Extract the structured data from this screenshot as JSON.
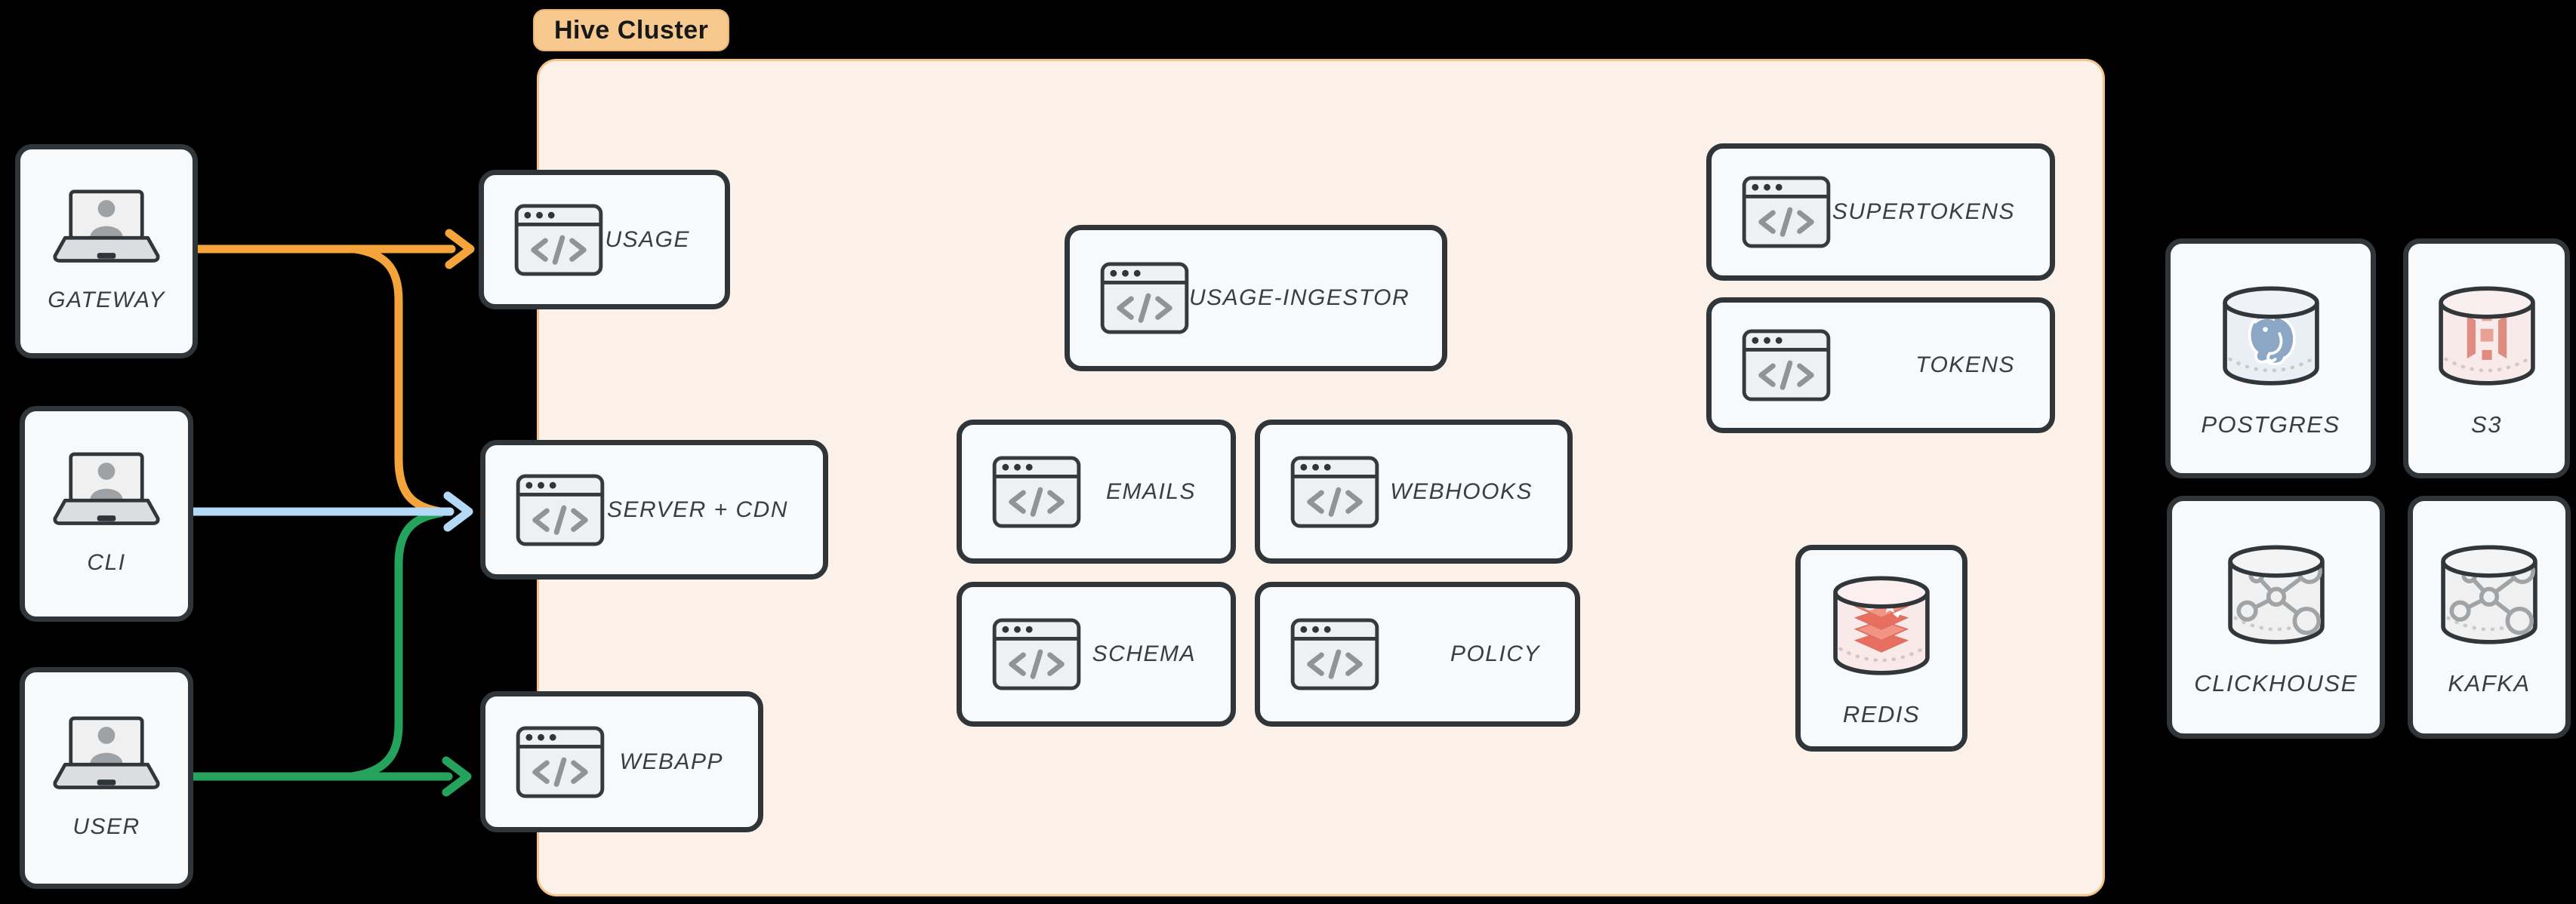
{
  "cluster": {
    "label": "Hive Cluster"
  },
  "actors": {
    "gateway": {
      "label": "GATEWAY"
    },
    "cli": {
      "label": "CLI"
    },
    "user": {
      "label": "USER"
    }
  },
  "services": {
    "usage": {
      "label": "USAGE"
    },
    "server_cdn": {
      "label": "SERVER + CDN"
    },
    "webapp": {
      "label": "WEBAPP"
    },
    "usage_ingestor": {
      "label": "USAGE-INGESTOR"
    },
    "emails": {
      "label": "EMAILS"
    },
    "webhooks": {
      "label": "WEBHOOKS"
    },
    "schema": {
      "label": "SCHEMA"
    },
    "policy": {
      "label": "POLICY"
    },
    "supertokens": {
      "label": "SUPERTOKENS"
    },
    "tokens": {
      "label": "TOKENS"
    }
  },
  "datastores": {
    "redis": {
      "label": "REDIS"
    },
    "postgres": {
      "label": "POSTGRES"
    },
    "s3": {
      "label": "S3"
    },
    "clickhouse": {
      "label": "CLICKHOUSE"
    },
    "kafka": {
      "label": "KAFKA"
    }
  },
  "edges": [
    {
      "from": "GATEWAY",
      "to": "USAGE",
      "color": "orange"
    },
    {
      "from": "GATEWAY",
      "to": "SERVER + CDN",
      "color": "orange"
    },
    {
      "from": "CLI",
      "to": "SERVER + CDN",
      "color": "blue"
    },
    {
      "from": "USER",
      "to": "SERVER + CDN",
      "color": "green"
    },
    {
      "from": "USER",
      "to": "WEBAPP",
      "color": "green"
    }
  ],
  "colors": {
    "background": "#000000",
    "arrow_orange": "#F5A43B",
    "arrow_blue": "#B4D9F7",
    "arrow_green": "#23A35C",
    "cluster_fill": "#FBF1E8",
    "cluster_border": "#F5C28C",
    "pill_fill": "#F8C98E",
    "node_fill": "#F7F9FA",
    "node_border": "#2F3538",
    "label_text": "#383E43",
    "redis_logo": "#EE8273",
    "postgres_logo": "#8CA7C6",
    "s3_logo": "#DE8B80",
    "molecule_gray": "#A0A4A7"
  },
  "icons": {
    "actor": "laptop-user-icon",
    "service": "browser-code-icon",
    "redis": "redis-cylinder-icon",
    "postgres": "postgres-cylinder-icon",
    "s3": "s3-cylinder-icon",
    "clickhouse": "molecule-cylinder-icon",
    "kafka": "molecule-cylinder-icon"
  }
}
